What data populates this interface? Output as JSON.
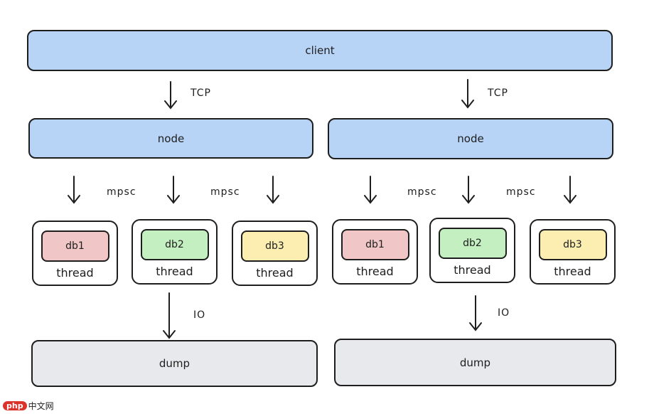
{
  "client": {
    "label": "client"
  },
  "protocol_label": "TCP",
  "channel_label": "mpsc",
  "io_label": "IO",
  "clusters": [
    {
      "node": "node",
      "threads": [
        {
          "db": "db1",
          "label": "thread",
          "color": "#f0c6c6"
        },
        {
          "db": "db2",
          "label": "thread",
          "color": "#c4efc0"
        },
        {
          "db": "db3",
          "label": "thread",
          "color": "#fbeeb0"
        }
      ],
      "dump": "dump"
    },
    {
      "node": "node",
      "threads": [
        {
          "db": "db1",
          "label": "thread",
          "color": "#f0c6c6"
        },
        {
          "db": "db2",
          "label": "thread",
          "color": "#c4efc0"
        },
        {
          "db": "db3",
          "label": "thread",
          "color": "#fbeeb0"
        }
      ],
      "dump": "dump"
    }
  ],
  "watermark": {
    "logo_text": "php",
    "site_text": "中文网"
  },
  "colors": {
    "client_fill": "#b7d3f6",
    "node_fill": "#b7d3f6",
    "dump_fill": "#e7e9ec",
    "stroke": "#1e1e1e"
  }
}
